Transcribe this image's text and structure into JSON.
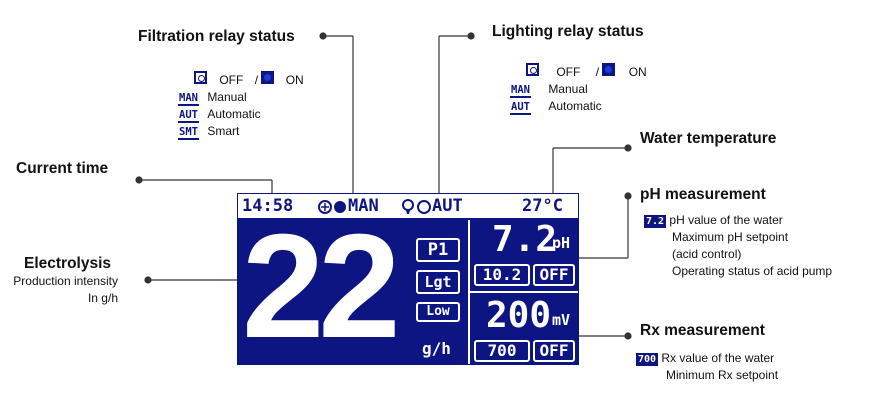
{
  "filtration": {
    "title": "Filtration relay status",
    "off_label": "OFF",
    "slash": "/",
    "on_label": "ON",
    "items": [
      {
        "icon": "MAN",
        "label": "Manual"
      },
      {
        "icon": "AUT",
        "label": "Automatic"
      },
      {
        "icon": "SMT",
        "label": "Smart"
      }
    ]
  },
  "lighting": {
    "title": "Lighting relay status",
    "off_label": "OFF",
    "slash": "/",
    "on_label": "ON",
    "items": [
      {
        "icon": "MAN",
        "label": "Manual"
      },
      {
        "icon": "AUT",
        "label": "Automatic"
      }
    ]
  },
  "water_temperature": {
    "title": "Water temperature"
  },
  "current_time": {
    "title": "Current time"
  },
  "electrolysis": {
    "title": "Electrolysis",
    "line1": "Production intensity",
    "line2": "In g/h"
  },
  "ph": {
    "title": "pH measurement",
    "tag": "7.2",
    "line1": "pH value of the water",
    "line2": "Maximum pH setpoint",
    "line3": "(acid control)",
    "line4": "Operating status of acid pump"
  },
  "rx": {
    "title": "Rx measurement",
    "tag": "700",
    "line1": "Rx value of the water",
    "line2": "Minimum Rx setpoint"
  },
  "screen": {
    "time": "14:58",
    "filtration_mode": "MAN",
    "lighting_mode": "AUT",
    "temperature": "27°C",
    "production": "22",
    "program": "P1",
    "lgt": "Lgt",
    "low": "Low",
    "unit_gh": "g/h",
    "ph_value": "7.2",
    "ph_unit": "pH",
    "ph_setpoint": "10.2",
    "ph_pump": "OFF",
    "rx_value": "200",
    "rx_unit": "mV",
    "rx_setpoint": "700",
    "rx_pump": "OFF"
  }
}
